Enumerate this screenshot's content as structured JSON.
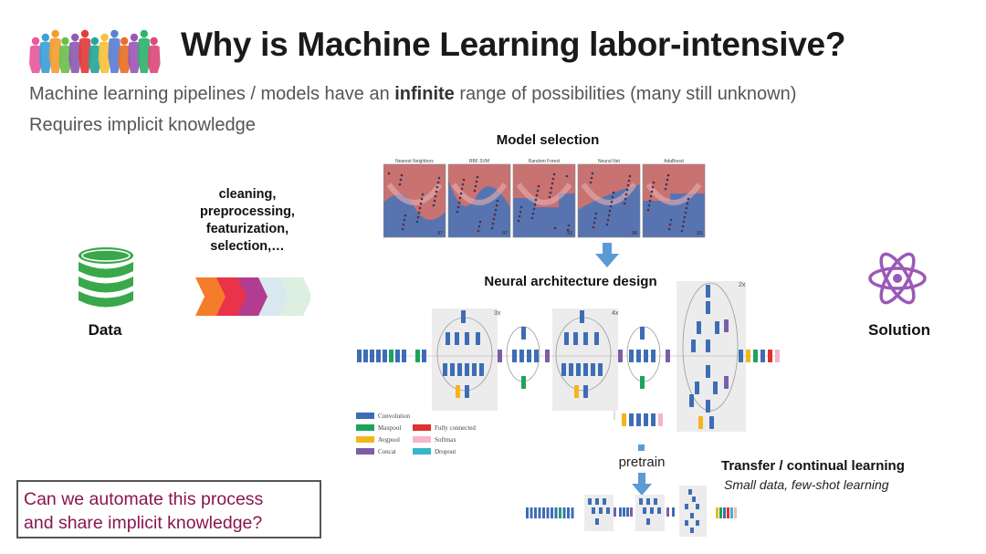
{
  "slide": {
    "title": "Why is Machine Learning labor-intensive?",
    "subtitle_pre": "Machine learning pipelines / models have an ",
    "subtitle_bold": "infinite",
    "subtitle_post": " range of possibilities (many still unknown)",
    "subtitle2": "Requires implicit knowledge"
  },
  "colors": {
    "title": "#1a1a1a",
    "accent_purple": "#8a1550",
    "data_green": "#3aa84a",
    "solution_purple": "#9b59b6",
    "arrow_blue": "#5b9bd5",
    "convolution": "#3d6db5",
    "maxpool": "#1ea35c",
    "avgpool": "#f2b51c",
    "concat": "#7b5ea7",
    "fully_connected": "#e0302f",
    "softmax": "#f4b6c8",
    "dropout": "#38b6c8"
  },
  "pipeline": {
    "steps_text": [
      "cleaning,",
      "preprocessing,",
      "featurization,",
      "selection,…"
    ],
    "chevron_colors": [
      "#f57c2b",
      "#e8334a",
      "#b23c8f",
      "#d8e8ee",
      "#dcefe0"
    ]
  },
  "data": {
    "label": "Data",
    "icon": "database-icon"
  },
  "solution": {
    "label": "Solution",
    "icon": "atom-icon"
  },
  "model_selection": {
    "label": "Model selection",
    "panel_titles": [
      "Nearest Neighbors",
      "RBF SVM",
      "Random Forest",
      "Neural Net",
      "AdaBoost"
    ],
    "panel_scores": [
      ".97",
      ".97",
      ".93",
      ".96",
      ".93"
    ]
  },
  "neural_architecture": {
    "label": "Neural architecture design",
    "repeat_labels": [
      "3x",
      "4x",
      "2x"
    ]
  },
  "legend": [
    {
      "name": "Convolution",
      "color": "#3d6db5"
    },
    {
      "name": "Maxpool",
      "color": "#1ea35c"
    },
    {
      "name": "Avgpool",
      "color": "#f2b51c"
    },
    {
      "name": "Concat",
      "color": "#7b5ea7"
    },
    {
      "name": "Fully connected",
      "color": "#e0302f"
    },
    {
      "name": "Softmax",
      "color": "#f4b6c8"
    },
    {
      "name": "Dropout",
      "color": "#38b6c8"
    }
  ],
  "transfer": {
    "pretrain_label": "pretrain",
    "title": "Transfer / continual learning",
    "subtitle": "Small data, few-shot learning"
  },
  "question": {
    "line1": "Can we automate this process",
    "line2": "and share implicit knowledge?"
  },
  "logo": {
    "icon": "people-silhouettes-logo"
  }
}
